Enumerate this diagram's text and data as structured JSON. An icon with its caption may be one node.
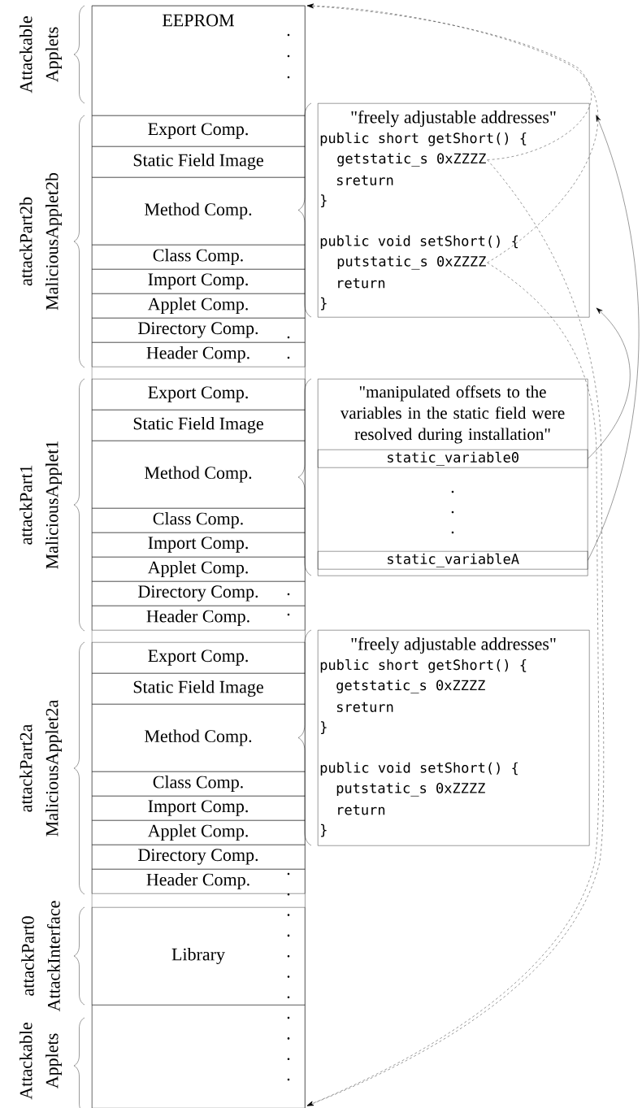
{
  "diagram": {
    "nodes": [
      {
        "text": [],
        "shape": "box"
      },
      {
        "text": [
          "EEPROM"
        ],
        "in": 0
      },
      {
        "text": [
          "Export Comp."
        ],
        "in": 0
      },
      {
        "text": [
          "Static Field Image"
        ],
        "in": 0
      },
      {
        "text": [
          "Method Comp."
        ],
        "in": 0
      },
      {
        "text": [
          "Class Comp."
        ],
        "in": 0
      },
      {
        "text": [
          "Import Comp."
        ],
        "in": 0
      },
      {
        "text": [
          "Applet Comp."
        ],
        "in": 0
      },
      {
        "text": [
          "Directory Comp."
        ],
        "in": 0
      },
      {
        "text": [
          "Header Comp."
        ],
        "in": 0
      },
      {
        "text": [
          "Export Comp."
        ],
        "in": 0
      },
      {
        "text": [
          "Static Field Image"
        ],
        "in": 0
      },
      {
        "text": [
          "Method Comp."
        ],
        "in": 0
      },
      {
        "text": [
          "Class Comp."
        ],
        "in": 0
      },
      {
        "text": [
          "Import Comp."
        ],
        "in": 0
      },
      {
        "text": [
          "Applet Comp."
        ],
        "in": 0
      },
      {
        "text": [
          "Directory Comp."
        ],
        "in": 0
      },
      {
        "text": [
          "Header Comp."
        ],
        "in": 0
      },
      {
        "text": [
          "Export Comp."
        ],
        "in": 0
      },
      {
        "text": [
          "Static Field Image"
        ],
        "in": 0
      },
      {
        "text": [
          "Method Comp."
        ],
        "in": 0
      },
      {
        "text": [
          "Class Comp."
        ],
        "in": 0
      },
      {
        "text": [
          "Import Comp."
        ],
        "in": 0
      },
      {
        "text": [
          "Applet Comp."
        ],
        "in": 0
      },
      {
        "text": [
          "Directory Comp."
        ],
        "in": 0
      },
      {
        "text": [
          "Header Comp."
        ],
        "in": 0
      },
      {
        "text": [
          "Library"
        ],
        "in": 0
      },
      {
        "text": [],
        "shape": "box",
        "in": 0
      },
      {
        "text": [
          "\"freely adjustable addresses\"",
          "public short getShort() {",
          "sreturn",
          "}",
          "public void setShort() {",
          "return",
          "}"
        ]
      },
      {
        "text": [
          "getstatic_s 0xZZZZ"
        ],
        "in": 28
      },
      {
        "text": [
          "putstatic_s 0xZZZZ"
        ],
        "in": 28
      },
      {
        "text": [
          "\"manipulated offsets to the variables in the static field were resolved during installation\""
        ]
      },
      {
        "text": [
          "static_variable0"
        ],
        "in": 31
      },
      {
        "text": [
          "static_variableA"
        ],
        "in": 31
      },
      {
        "text": [
          "\"freely adjustable addresses\"",
          "public short getShort() {",
          "getstatic_s 0xZZZZ",
          "sreturn",
          "}",
          "public void setShort() {",
          "putstatic_s 0xZZZZ",
          "return",
          "}"
        ]
      }
    ],
    "edges": [
      {
        "from": 29,
        "to": 1,
        "arrow": "to",
        "style": "dashed"
      },
      {
        "from": 30,
        "to": 1,
        "arrow": "to",
        "style": "dashed"
      },
      {
        "from": 29,
        "to": 27,
        "arrow": "to",
        "style": "dashed"
      },
      {
        "from": 30,
        "to": 27,
        "arrow": "to",
        "style": "dashed"
      },
      {
        "from": 32,
        "to": 28,
        "arrow": "to"
      },
      {
        "from": 33,
        "to": 28,
        "arrow": "to"
      }
    ],
    "labels": [
      "Attackable Applets",
      "attackPart2b MaliciousApplet2b",
      "attackPart1 MaliciousApplet1",
      "attackPart2a MaliciousApplet2a",
      "attackPart0 AttackInterface",
      "Attackable Applets"
    ]
  }
}
